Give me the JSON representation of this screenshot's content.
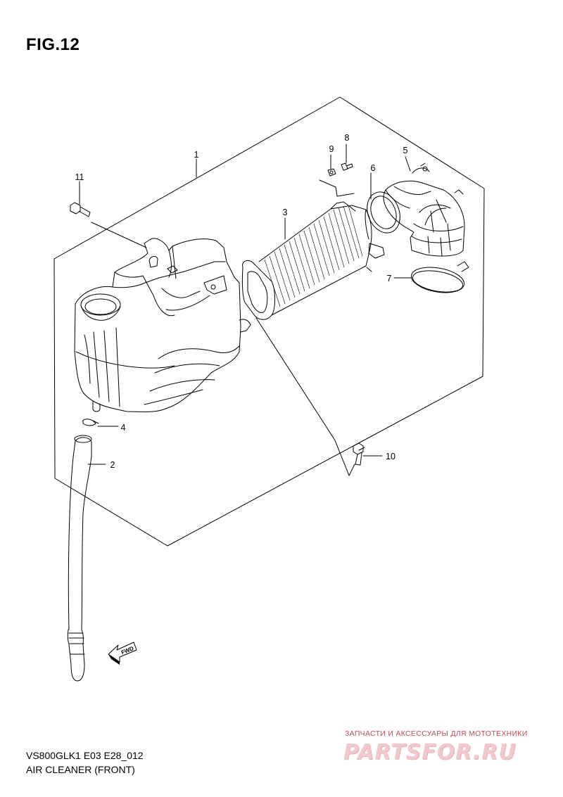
{
  "figure": {
    "title": "FIG.12"
  },
  "footer": {
    "model_code": "VS800GLK1 E03 E28_012",
    "section_name": "AIR CLEANER (FRONT)"
  },
  "callouts": [
    "1",
    "2",
    "3",
    "4",
    "5",
    "6",
    "7",
    "8",
    "9",
    "10",
    "11"
  ],
  "direction_marker": {
    "label": "FWD",
    "icon": "fwd-arrow-icon"
  },
  "watermark": {
    "tagline": "ЗАПЧАСТИ И АКСЕССУАРЫ ДЛЯ МОТОТЕХНИКИ",
    "logo_text": "PARTSFOR.RU"
  },
  "colors": {
    "line": "#000000",
    "watermark": "#c04a55",
    "background": "#ffffff"
  }
}
